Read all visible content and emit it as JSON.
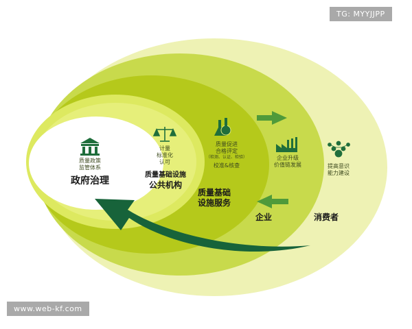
{
  "watermarks": {
    "top_right": "TG: MYYJJPP",
    "bottom_left": "www.web-kf.com"
  },
  "colors": {
    "outer_ring": "#eef2b4",
    "ring_consumers": "#ecf0b0",
    "ring_enterprise": "#c6d94a",
    "ring_infrastructure": "#b4c81a",
    "ring_public": "#dbe85e",
    "core": "#ffffff",
    "icon_green": "#1f6e3b",
    "arrow_dark": "#17633a",
    "arrow_light": "#4f9a3a"
  },
  "layers": {
    "government": {
      "icon": "bank-building-icon",
      "subtitle_line1": "质量政策",
      "subtitle_line2": "监管体系",
      "title": "政府治理"
    },
    "public_institutions": {
      "icon": "balance-scale-icon",
      "subtitle_line1": "计量",
      "subtitle_line2": "标准化",
      "subtitle_line3": "认可",
      "title_line1": "质量基础设施",
      "title_line2": "公共机构"
    },
    "infrastructure_services": {
      "icon": "lab-flask-icon",
      "subtitle_line1": "质量促进",
      "subtitle_line2": "合格评定",
      "subtitle_line3": "（检测、认证、检验）",
      "subtitle_line4": "校准&核查",
      "title_line1": "质量基础",
      "title_line2": "设施服务"
    },
    "enterprise": {
      "icon": "factory-icon",
      "subtitle_line1": "企业升级",
      "subtitle_line2": "价值链发展",
      "title": "企业"
    },
    "consumers": {
      "icon": "people-network-icon",
      "subtitle_line1": "提高意识",
      "subtitle_line2": "能力建设",
      "title": "消费者"
    }
  },
  "arrows": {
    "right_arrow": "arrow-right-icon",
    "left_arrow": "arrow-left-icon",
    "feedback_arrow": "curved-arrow-icon"
  }
}
